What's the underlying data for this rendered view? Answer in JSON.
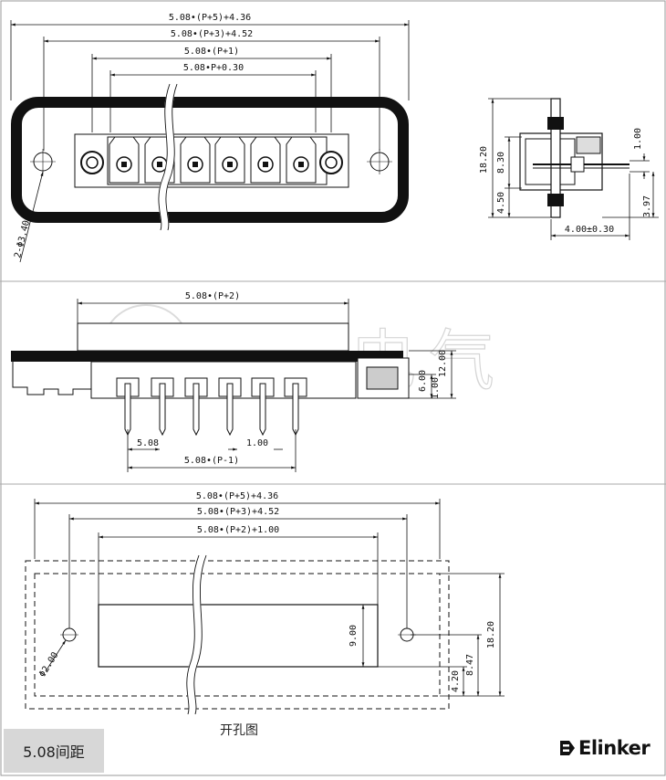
{
  "front_view": {
    "dims": [
      "5.08•(P+5)+4.36",
      "5.08•(P+3)+4.52",
      "5.08•(P+1)",
      "5.08•P+0.30"
    ],
    "hole_dim": "2-Φ3.40"
  },
  "side_view": {
    "dims": [
      "18.20",
      "8.30",
      "4.50",
      "1.00",
      "3.97",
      "4.00±0.30"
    ]
  },
  "bottom_view": {
    "top_dim": "5.08•(P+2)",
    "pitch_dim": "5.08",
    "pin_dim": "1.00",
    "span_dim": "5.08•(P-1)",
    "height_dims": [
      "12.00",
      "6.00",
      "1.00"
    ]
  },
  "cutout_view": {
    "dims": [
      "5.08•(P+5)+4.36",
      "5.08•(P+3)+4.52",
      "5.08•(P+2)+1.00"
    ],
    "hole_dim": "Φ2.00",
    "side_dims": [
      "9.00",
      "18.20",
      "8.47",
      "4.20"
    ],
    "caption": "开孔图"
  },
  "watermark": "联捷电气",
  "pitch_label": "5.08间距",
  "brand": "Elinker"
}
